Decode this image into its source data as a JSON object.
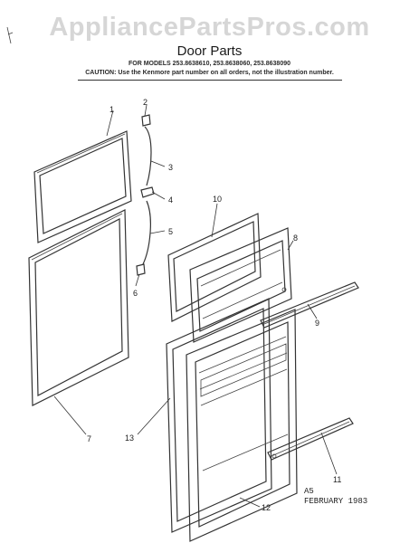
{
  "watermark": "AppliancePartsPros.com",
  "header": {
    "title": "Door Parts",
    "models": "FOR MODELS 253.8638610, 253.8638060, 253.8638090",
    "caution": "CAUTION: Use the Kenmore part number on all orders, not the illustration number."
  },
  "callouts": {
    "c1": "1",
    "c2": "2",
    "c3": "3",
    "c4": "4",
    "c5": "5",
    "c6": "6",
    "c7": "7",
    "c8": "8",
    "c9": "9",
    "c10": "10",
    "c11": "11",
    "c12": "12",
    "c13": "13"
  },
  "footer": {
    "code": "A5",
    "date": "FEBRUARY 1983"
  }
}
